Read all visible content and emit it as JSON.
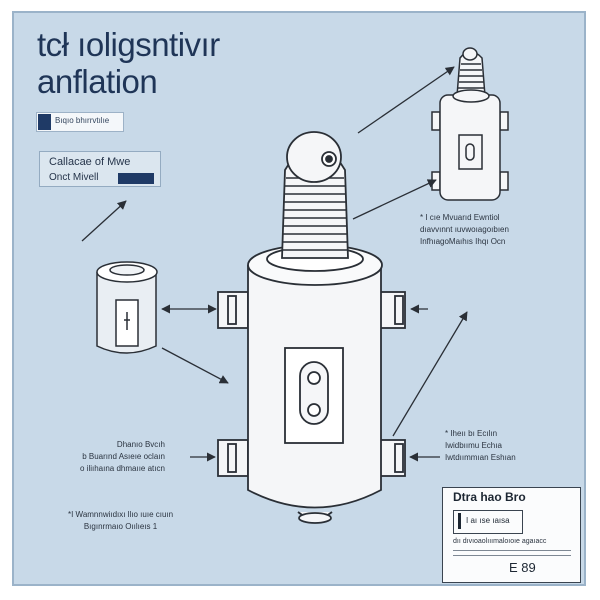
{
  "diagram": {
    "title_line1": "tcł ıoligsntivır",
    "title_line2": "anflation",
    "tag_label": "Bıqıo bhırrvtılıe",
    "callout_box": {
      "line1": "Callacae  of  Mwe",
      "line2": "Onct Mivell"
    },
    "notes": {
      "top_right": [
        "* I cıe  Mvuarıd  Ewntiol",
        "dıavvınnt ıuvwoıagoıbıen",
        "InfhıagoMaıhıs  Ihqı Ocn"
      ],
      "left_middle": [
        "Dhanıo Bvcıh",
        "b Buarınd  Asıeıe oclaın",
        "o iliıhaına dhmaııe atıcn"
      ],
      "right_middle": [
        "* Iheıı bı Ecılın",
        "Iwidbıımu Echıa",
        "Iwtdıımmıan Eshıan"
      ],
      "bottom_left": [
        "*I Wamnnwiıdıxı llıo ıuıe   cıuın",
        "Bıgınrmaıo  Oıılıeıs  1"
      ]
    },
    "info_box": {
      "heading": "Dtra hao Bro",
      "sub_label": "I  aı ıse ıaısa",
      "line1": "dıı  dıvıoaolııımaloıoıe  agaıacc",
      "footer": "E 89"
    },
    "colors": {
      "background": "#c8d9e8",
      "navy": "#1f3a66",
      "outline": "#2a2f36",
      "device_fill": "#f5f6f8"
    }
  }
}
